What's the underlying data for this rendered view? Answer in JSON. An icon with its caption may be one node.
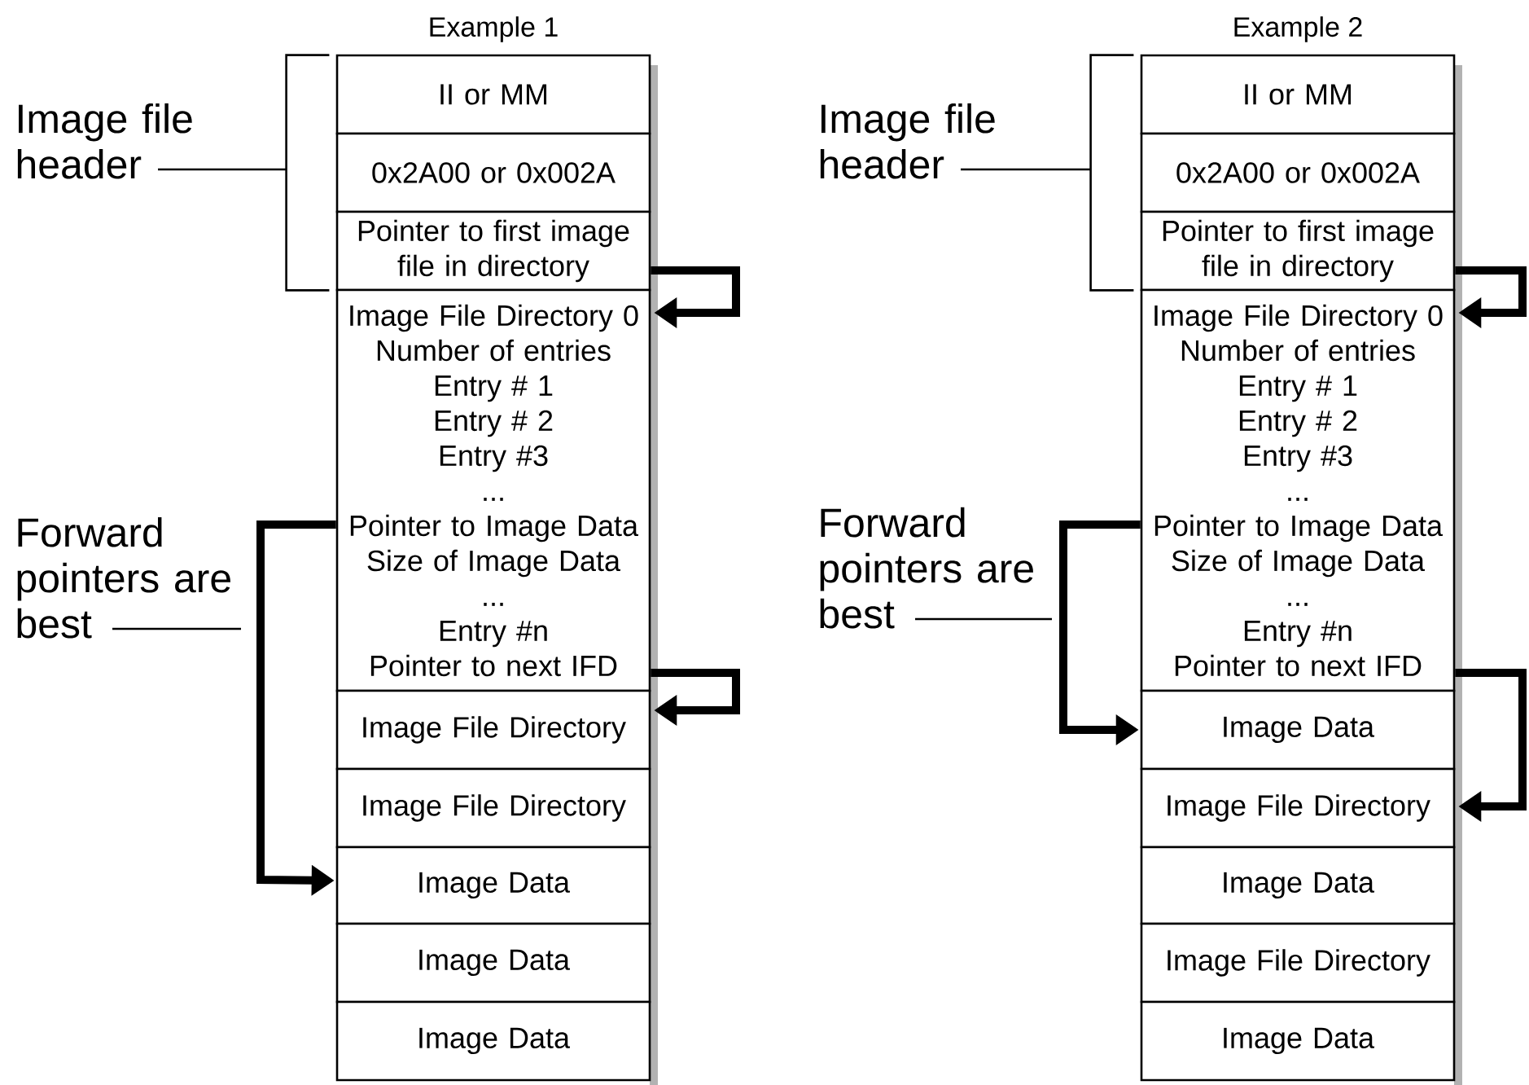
{
  "diagram": {
    "nodes": [
      {
        "text": [
          "Image file header"
        ]
      },
      {
        "text": [
          "Forward pointers are best"
        ]
      },
      {
        "text": [
          "II or MM"
        ],
        "beside": [
          "Example 1"
        ]
      },
      {
        "text": [
          "0x2A00 or 0x002A"
        ]
      },
      {
        "text": [
          "Pointer to first image file in directory"
        ]
      },
      {
        "text": [
          "Image File Directory 0",
          "Number of entries",
          "Entry # 1",
          "Entry # 2",
          "Entry #3",
          "...",
          "Pointer to Image Data",
          "Size of Image Data",
          "...",
          "Entry #n",
          "Pointer to next IFD"
        ]
      },
      {
        "text": [
          "Image File Directory"
        ]
      },
      {
        "text": [
          "Image File Directory"
        ]
      },
      {
        "text": [
          "Image Data"
        ]
      },
      {
        "text": [
          "Image Data"
        ]
      },
      {
        "text": [
          "Image Data"
        ]
      },
      {
        "text": [
          "Image file header"
        ]
      },
      {
        "text": [
          "Forward pointers are best"
        ]
      },
      {
        "text": [
          "II or MM"
        ],
        "beside": [
          "Example 2"
        ]
      },
      {
        "text": [
          "0x2A00 or 0x002A"
        ]
      },
      {
        "text": [
          "Pointer to first image file in directory"
        ]
      },
      {
        "text": [
          "Image File Directory 0",
          "Number of entries",
          "Entry # 1",
          "Entry # 2",
          "Entry #3",
          "...",
          "Pointer to Image Data",
          "Size of Image Data",
          "...",
          "Entry #n",
          "Pointer to next IFD"
        ]
      },
      {
        "text": [
          "Image Data"
        ]
      },
      {
        "text": [
          "Image File Directory"
        ]
      },
      {
        "text": [
          "Image Data"
        ]
      },
      {
        "text": [
          "Image File Directory"
        ]
      },
      {
        "text": [
          "Image Data"
        ]
      },
      {
        "text": [],
        "shape": "bracket"
      },
      {
        "text": [],
        "shape": "bracket"
      }
    ],
    "edges": [
      {
        "from": 4,
        "to": 5,
        "arrow": "to"
      },
      {
        "from": 5,
        "to": 6,
        "arrow": "to"
      },
      {
        "from": 5,
        "to": 8,
        "arrow": "to"
      },
      {
        "from": 0,
        "to": 22,
        "arrow": "none"
      },
      {
        "from": 1,
        "to": null,
        "arrow": "none"
      },
      {
        "from": 15,
        "to": 16,
        "arrow": "to"
      },
      {
        "from": 16,
        "to": 18,
        "arrow": "to"
      },
      {
        "from": 16,
        "to": 17,
        "arrow": "to"
      },
      {
        "from": 11,
        "to": 23,
        "arrow": "none"
      },
      {
        "from": 12,
        "to": null,
        "arrow": "none"
      }
    ]
  }
}
